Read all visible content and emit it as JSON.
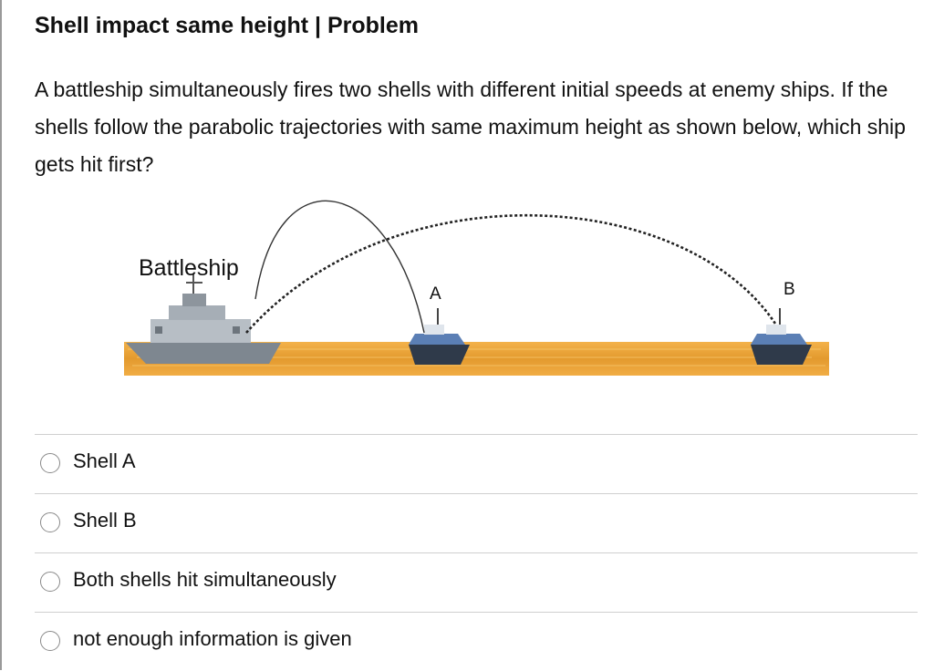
{
  "header": {
    "title": "Shell impact same height | Problem"
  },
  "question": {
    "text": "A battleship simultaneously fires two shells with different initial speeds at enemy ships. If the shells follow the parabolic trajectories with same maximum height as shown below, which ship gets hit first?"
  },
  "figure": {
    "battleship_label": "Battleship",
    "ship_a_label": "A",
    "ship_b_label": "B",
    "colors": {
      "sea": "#e8a33a",
      "ship": "#8a929b",
      "trajectory": "#222222"
    }
  },
  "options": [
    {
      "label": "Shell A"
    },
    {
      "label": "Shell B"
    },
    {
      "label": "Both shells hit simultaneously"
    },
    {
      "label": "not enough information is given"
    }
  ]
}
